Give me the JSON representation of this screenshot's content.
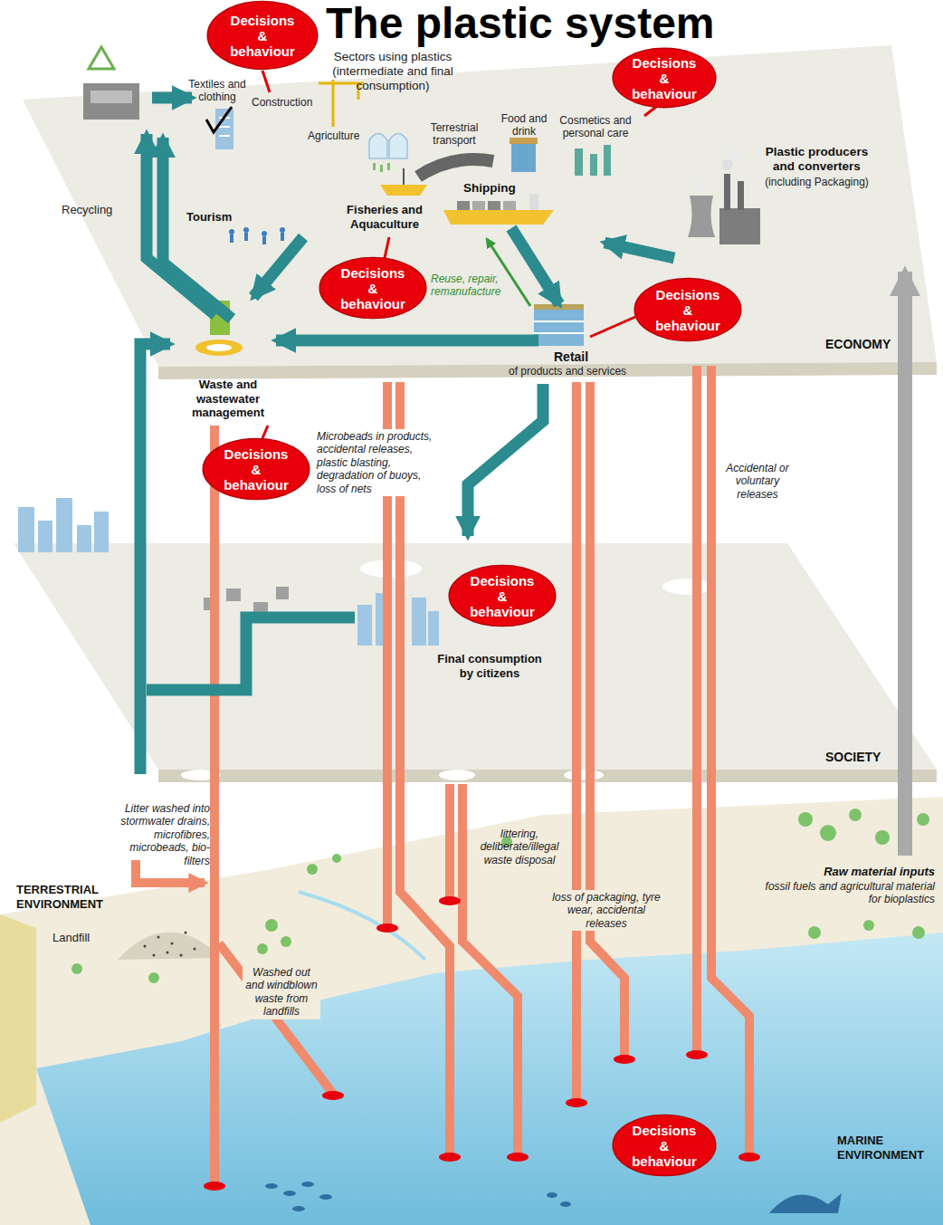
{
  "diagram": {
    "title": "The plastic system",
    "nodes": [
      {
        "text": [
          "Decisions & behaviour"
        ]
      },
      {
        "text": [
          "Decisions & behaviour"
        ]
      },
      {
        "text": [
          "Decisions & behaviour"
        ]
      },
      {
        "text": [
          "Decisions & behaviour"
        ]
      },
      {
        "text": [
          "Decisions & behaviour"
        ]
      },
      {
        "text": [
          "Decisions & behaviour"
        ]
      },
      {
        "text": [
          "Decisions & behaviour"
        ]
      }
    ],
    "labels": [
      "Sectors using plastics (intermediate and final consumption)",
      "Textiles and clothing",
      "Construction",
      "Agriculture",
      "Terrestrial transport",
      "Food and drink",
      "Cosmetics and personal care",
      "Plastic producers and converters",
      "(including Packaging)",
      "Recycling",
      "Tourism",
      "Fisheries and Aquaculture",
      "Shipping",
      "Reuse, repair, remanufacture",
      "Retail",
      "of products and services",
      "ECONOMY",
      "Waste and wastewater management",
      "Microbeads in products, accidental releases, plastic blasting, degradation of buoys, loss of nets",
      "Accidental or voluntary releases",
      "Final consumption by citizens",
      "SOCIETY",
      "Litter washed into stormwater drains, microfibres, microbeads, bio-filters",
      "littering, deliberate/illegal waste disposal",
      "loss of packaging, tyre wear, accidental releases",
      "Raw material inputs",
      "fossil fuels and agricultural material for bioplastics",
      "TERRESTRIAL ENVIRONMENT",
      "Landfill",
      "Washed out and windblown waste from landfills",
      "MARINE ENVIRONMENT"
    ]
  }
}
